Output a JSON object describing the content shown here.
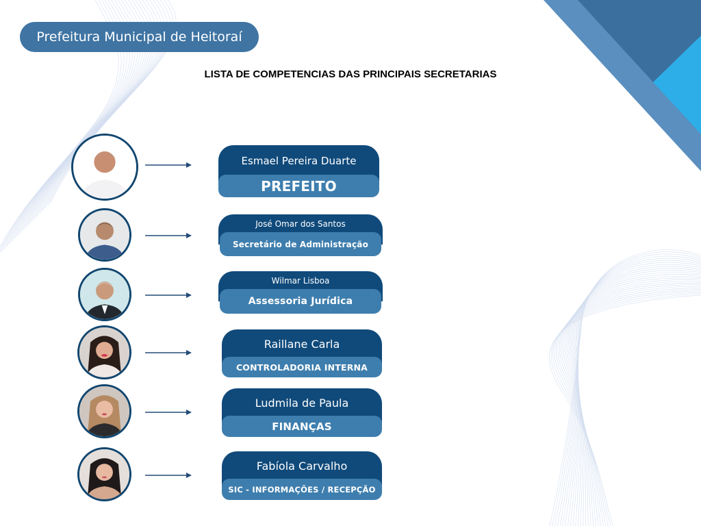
{
  "header": {
    "org_name": "Prefeitura Municipal de Heitoraí"
  },
  "title": "LISTA DE COMPETENCIAS DAS PRINCIPAIS  SECRETARIAS",
  "colors": {
    "header_pill": "#3f74a3",
    "name_bar": "#104a7b",
    "role_bar": "#3e7eae",
    "avatar_border": "#11466f",
    "corner_dark": "#3a6f9e",
    "corner_mid": "#5a8fbf",
    "corner_light": "#2eaee8"
  },
  "members": [
    {
      "name": "Esmael Pereira Duarte",
      "role": "PREFEITO",
      "photo_icon": "person-photo-icon"
    },
    {
      "name": "José Omar dos Santos",
      "role": "Secretário de Administração",
      "photo_icon": "person-photo-icon"
    },
    {
      "name": "Wilmar Lisboa",
      "role": "Assessoria Jurídica",
      "photo_icon": "person-photo-icon"
    },
    {
      "name": "Raillane Carla",
      "role": "CONTROLADORIA INTERNA",
      "photo_icon": "person-photo-icon"
    },
    {
      "name": "Ludmila de Paula",
      "role": "FINANÇAS",
      "photo_icon": "person-photo-icon"
    },
    {
      "name": "Fabíola Carvalho",
      "role": "SIC - INFORMAÇÕES / RECEPÇÃO",
      "photo_icon": "person-photo-icon"
    }
  ]
}
